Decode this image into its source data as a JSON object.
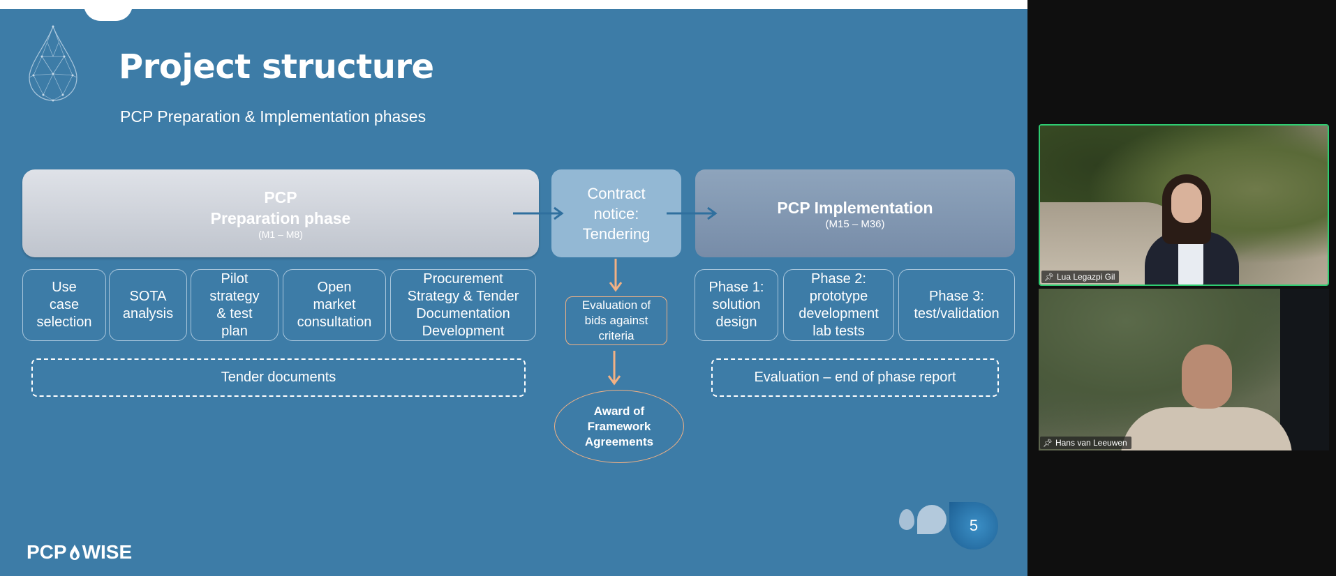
{
  "slide": {
    "title": "Project structure",
    "subtitle": "PCP Preparation & Implementation phases",
    "preparation": {
      "line1": "PCP",
      "line2": "Preparation phase",
      "months": "(M1 – M8)"
    },
    "contract": {
      "line1": "Contract",
      "line2": "notice:",
      "line3": "Tendering"
    },
    "implementation": {
      "line1": "PCP Implementation",
      "months": "(M15 – M36)"
    },
    "prep_steps": [
      {
        "lines": [
          "Use",
          "case",
          "selection"
        ]
      },
      {
        "lines": [
          "SOTA",
          "analysis"
        ]
      },
      {
        "lines": [
          "Pilot",
          "strategy",
          "& test",
          "plan"
        ]
      },
      {
        "lines": [
          "Open",
          "market",
          "consultation"
        ]
      },
      {
        "lines": [
          "Procurement",
          "Strategy & Tender",
          "Documentation",
          "Development"
        ]
      }
    ],
    "impl_steps": [
      {
        "lines": [
          "Phase 1:",
          "solution",
          "design"
        ]
      },
      {
        "lines": [
          "Phase 2:",
          "prototype",
          "development",
          "lab tests"
        ]
      },
      {
        "lines": [
          "Phase 3:",
          "test/validation"
        ]
      }
    ],
    "tender_docs": "Tender documents",
    "eval_report": "Evaluation – end of phase report",
    "eval_bids": {
      "line1": "Evaluation of",
      "line2": "bids against",
      "line3": "criteria"
    },
    "award": {
      "line1": "Award of",
      "line2": "Framework",
      "line3": "Agreements"
    },
    "page_number": "5",
    "brand_left": "PCP",
    "brand_right": "WISE"
  },
  "participants": [
    {
      "name": "Lua Legazpi Gil",
      "active_speaker": true
    },
    {
      "name": "Hans van Leeuwen",
      "active_speaker": false
    }
  ],
  "colors": {
    "slide_bg": "#3d7ca7",
    "arrow_blue": "#2f6f9e",
    "arrow_orange": "#f2b184",
    "speaker_border": "#2ecc71"
  }
}
